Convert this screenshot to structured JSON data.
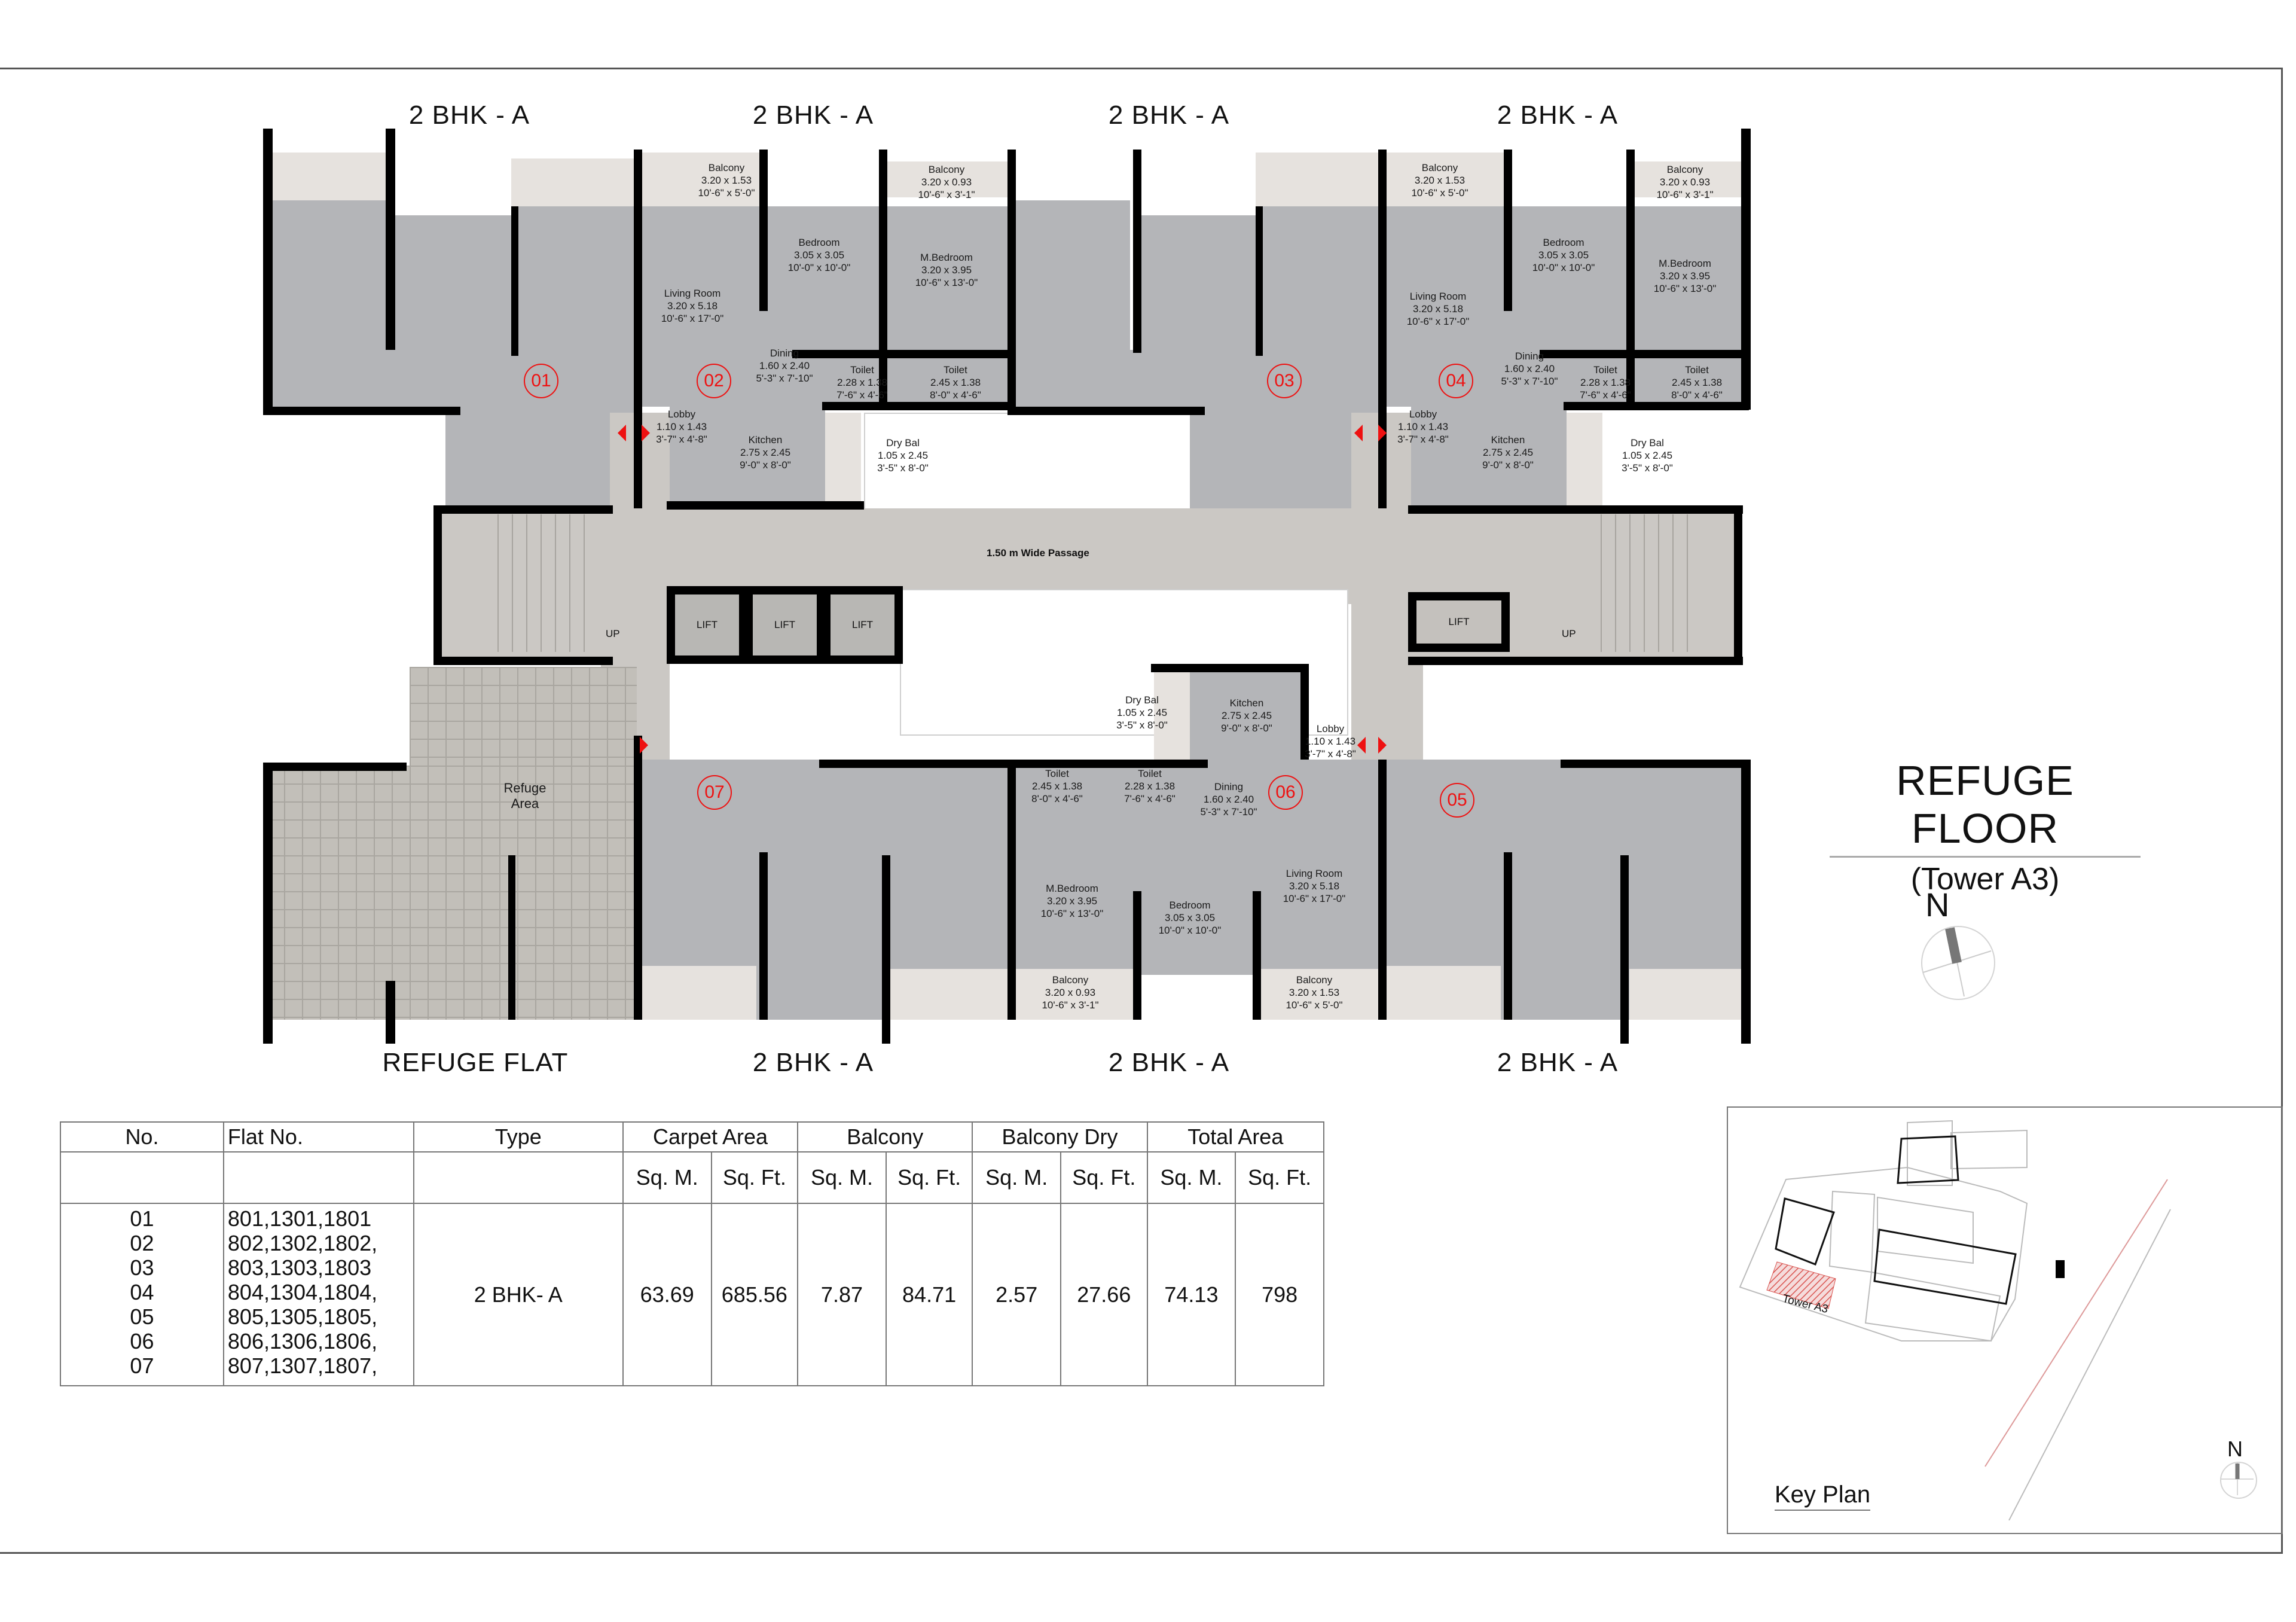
{
  "sheet": {
    "title": "REFUGE FLOOR",
    "subtitle": "(Tower A3)",
    "north_label": "N"
  },
  "unit_type_labels": {
    "top": [
      "2 BHK - A",
      "2 BHK - A",
      "2 BHK - A",
      "2 BHK - A"
    ],
    "bottom": [
      "REFUGE FLAT",
      "2 BHK - A",
      "2 BHK - A",
      "2 BHK - A"
    ]
  },
  "units": [
    {
      "no": "01"
    },
    {
      "no": "02"
    },
    {
      "no": "03"
    },
    {
      "no": "04"
    },
    {
      "no": "05"
    },
    {
      "no": "06"
    },
    {
      "no": "07"
    }
  ],
  "rooms": {
    "balcony_large": {
      "name": "Balcony",
      "metric": "3.20 x 1.53",
      "imperial": "10'-6\" x 5'-0\""
    },
    "balcony_small": {
      "name": "Balcony",
      "metric": "3.20 x 0.93",
      "imperial": "10'-6\" x 3'-1\""
    },
    "bedroom": {
      "name": "Bedroom",
      "metric": "3.05 x 3.05",
      "imperial": "10'-0\" x 10'-0\""
    },
    "master_bedroom": {
      "name": "M.Bedroom",
      "metric": "3.20 x 3.95",
      "imperial": "10'-6\" x 13'-0\""
    },
    "living_room": {
      "name": "Living Room",
      "metric": "3.20 x 5.18",
      "imperial": "10'-6\" x 17'-0\""
    },
    "dining": {
      "name": "Dining",
      "metric": "1.60 x 2.40",
      "imperial": "5'-3\" x 7'-10\""
    },
    "toilet_1": {
      "name": "Toilet",
      "metric": "2.28 x 1.38",
      "imperial": "7'-6\" x 4'-6\""
    },
    "toilet_2": {
      "name": "Toilet",
      "metric": "2.45 x 1.38",
      "imperial": "8'-0\" x 4'-6\""
    },
    "lobby": {
      "name": "Lobby",
      "metric": "1.10 x 1.43",
      "imperial": "3'-7\" x 4'-8\""
    },
    "kitchen": {
      "name": "Kitchen",
      "metric": "2.75 x 2.45",
      "imperial": "9'-0\" x 8'-0\""
    },
    "dry_balcony": {
      "name": "Dry Bal",
      "metric": "1.05 x 2.45",
      "imperial": "3'-5\" x 8'-0\""
    },
    "refuge_area": {
      "name": "Refuge",
      "name2": "Area"
    }
  },
  "common_areas": {
    "passage": "1.50 m Wide Passage",
    "lift": "LIFT",
    "stair_up": "UP"
  },
  "area_table": {
    "headers": {
      "no": "No.",
      "flat_no": "Flat No.",
      "type": "Type",
      "carpet": "Carpet Area",
      "balcony": "Balcony",
      "balcony_dry": "Balcony Dry",
      "total": "Total Area",
      "sqm": "Sq. M.",
      "sqft": "Sq. Ft."
    },
    "rows": [
      {
        "no": "01",
        "flats": "801,1301,1801"
      },
      {
        "no": "02",
        "flats": "802,1302,1802,"
      },
      {
        "no": "03",
        "flats": "803,1303,1803"
      },
      {
        "no": "04",
        "flats": "804,1304,1804,"
      },
      {
        "no": "05",
        "flats": "805,1305,1805,"
      },
      {
        "no": "06",
        "flats": "806,1306,1806,"
      },
      {
        "no": "07",
        "flats": "807,1307,1807,"
      }
    ],
    "type": "2 BHK- A",
    "carpet_sqm": "63.69",
    "carpet_sqft": "685.56",
    "balcony_sqm": "7.87",
    "balcony_sqft": "84.71",
    "balcony_dry_sqm": "2.57",
    "balcony_dry_sqft": "27.66",
    "total_sqm": "74.13",
    "total_sqft": "798"
  },
  "key_plan": {
    "title": "Key Plan",
    "highlight_label": "Tower A3",
    "north_label": "N",
    "highlight_color": "#d9534f"
  },
  "colors": {
    "room_fill": "#b4b5b8",
    "balcony_fill": "#e6e2de",
    "common_fill": "#cbc8c4",
    "wall": "#000000",
    "unit_marker": "#e11111"
  }
}
